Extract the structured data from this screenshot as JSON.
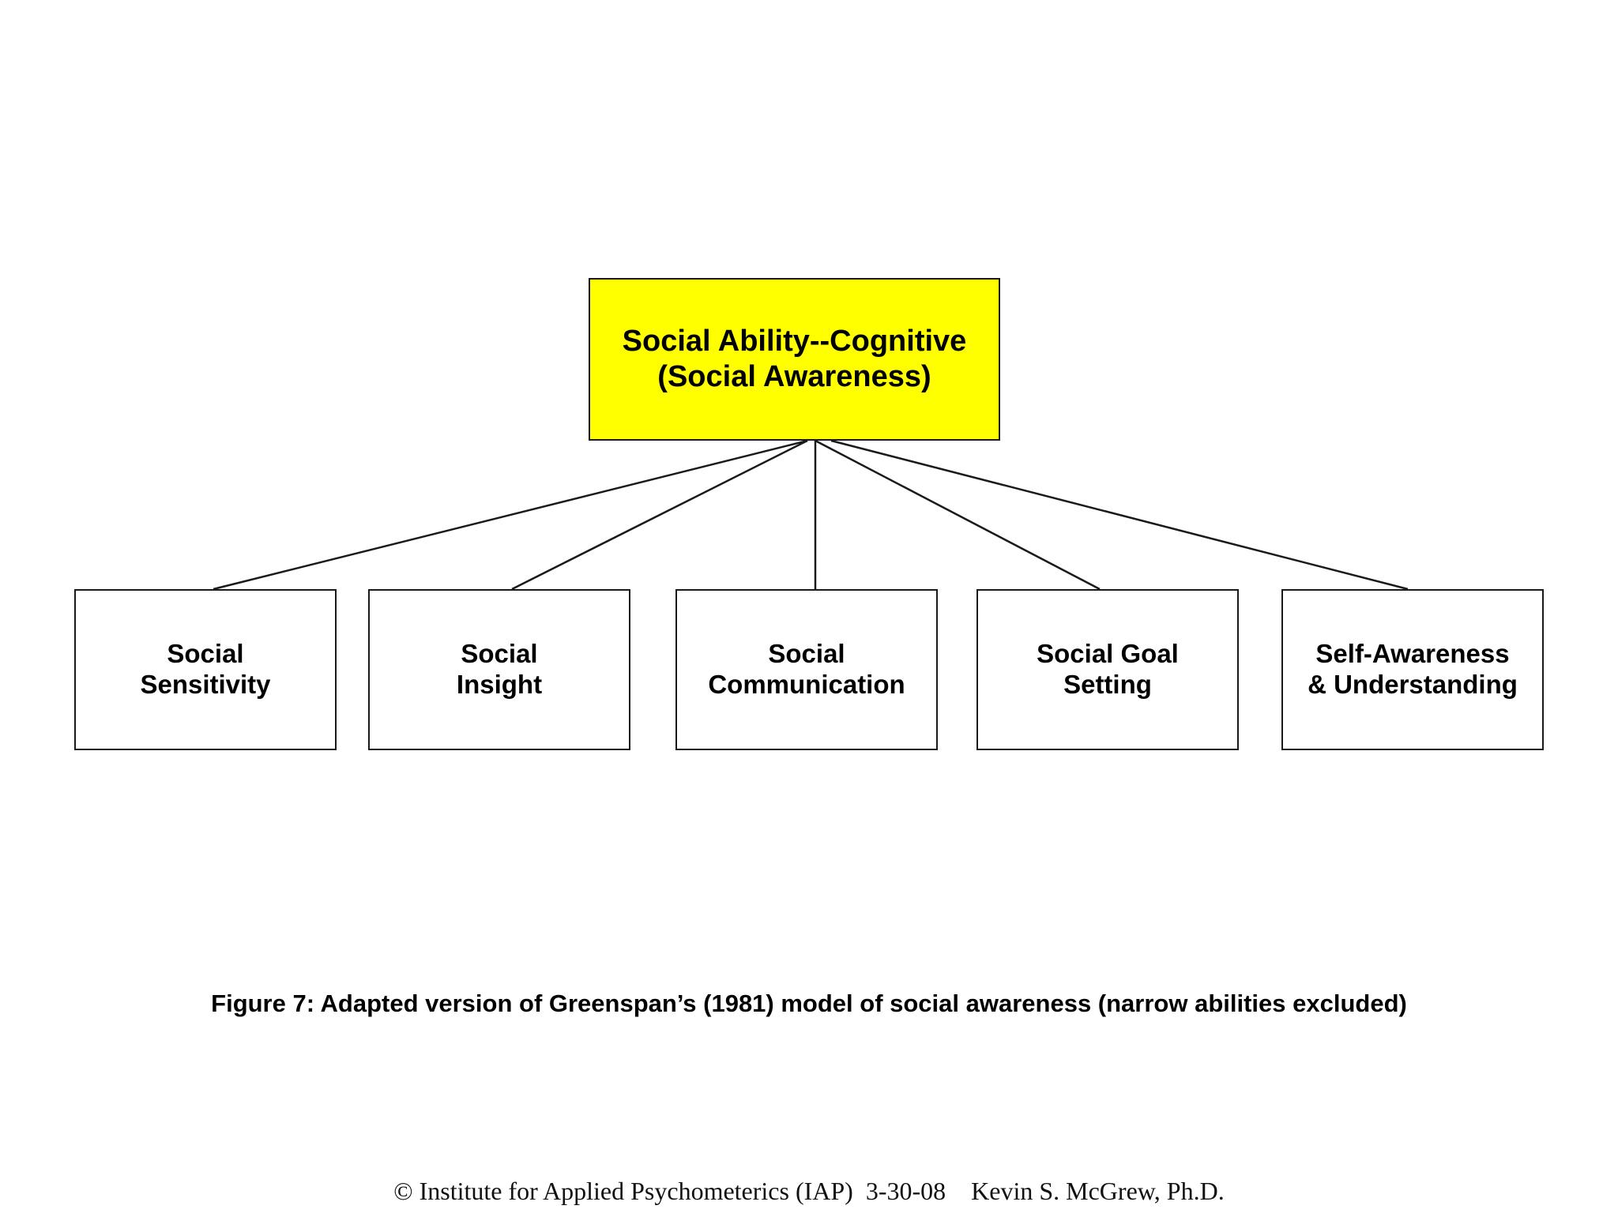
{
  "diagram": {
    "root": {
      "label": "Social Ability--Cognitive\n(Social Awareness)",
      "fill_color": "#ffff00"
    },
    "children": [
      {
        "label": "Social\nSensitivity"
      },
      {
        "label": "Social\nInsight"
      },
      {
        "label": "Social\nCommunication"
      },
      {
        "label": "Social Goal\nSetting"
      },
      {
        "label": "Self-Awareness\n& Understanding"
      }
    ]
  },
  "caption": "Figure 7:  Adapted version of Greenspan’s (1981) model of social awareness (narrow abilities excluded)",
  "footer": "© Institute for Applied Psychometerics (IAP)  3-30-08    Kevin S. McGrew, Ph.D."
}
